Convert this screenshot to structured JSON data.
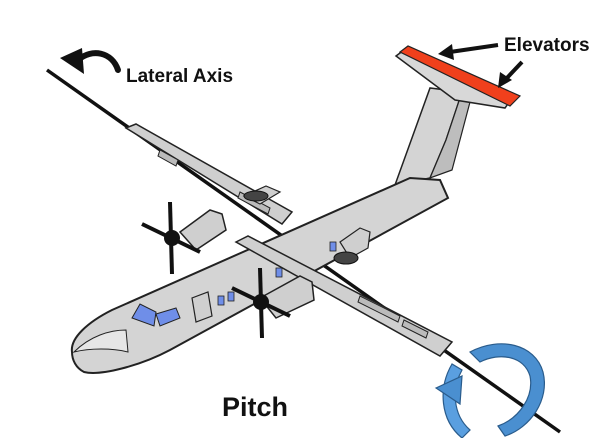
{
  "labels": {
    "lateral_axis": "Lateral Axis",
    "elevators": "Elevators",
    "title": "Pitch"
  },
  "colors": {
    "fuselage": "#d4d4d4",
    "outline": "#222222",
    "elevator": "#f0401c",
    "windows": "#6f8ee8",
    "rotation_arrow": "#4a8fd0",
    "axis": "#111111"
  },
  "icons": {
    "pitch_rotation": "curved-rotation-arrow-icon",
    "lateral_axis_direction": "curved-arrow-icon"
  }
}
